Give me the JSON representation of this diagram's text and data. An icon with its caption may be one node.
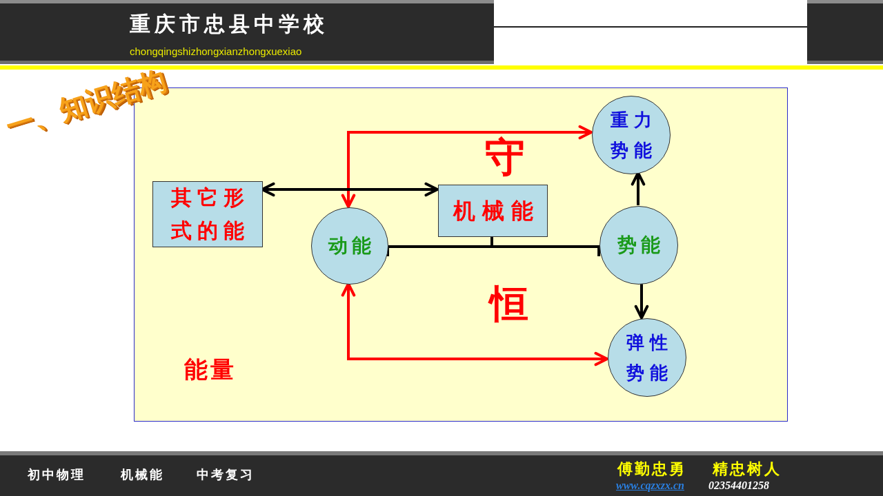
{
  "diagram": {
    "title": "一、知识结构",
    "nodes": [
      {
        "text": [
          "守",
          "恒",
          "能量"
        ]
      },
      {
        "text": [
          "其它形式的能"
        ],
        "in": 0
      },
      {
        "text": [
          "机械能"
        ],
        "in": 0
      },
      {
        "text": [
          "动能"
        ],
        "in": 0
      },
      {
        "text": [
          "势能"
        ],
        "in": 0
      },
      {
        "text": [
          "重力势能"
        ],
        "in": 0
      },
      {
        "text": [
          "弹性势能"
        ],
        "in": 0
      }
    ],
    "edges": [
      {
        "from": 1,
        "to": 2,
        "arrow": "both"
      },
      {
        "from": 3,
        "to": 5,
        "arrow": "both",
        "color": "#ff0000"
      },
      {
        "from": 3,
        "to": 6,
        "arrow": "both",
        "color": "#ff0000"
      },
      {
        "from": 2,
        "to": 3,
        "arrow": "none"
      },
      {
        "from": 2,
        "to": 4,
        "arrow": "none"
      },
      {
        "from": 4,
        "to": 5,
        "arrow": "to"
      },
      {
        "from": 4,
        "to": 6,
        "arrow": "to"
      }
    ],
    "labels": [
      "重庆市忠县中学校",
      "chongqingshizhongxianzhongxuexiao",
      "初中物理",
      "机械能",
      "中考复习",
      "傅勤忠勇",
      "精忠树人",
      "www.cqzxzx.cn",
      "02354401258"
    ]
  }
}
